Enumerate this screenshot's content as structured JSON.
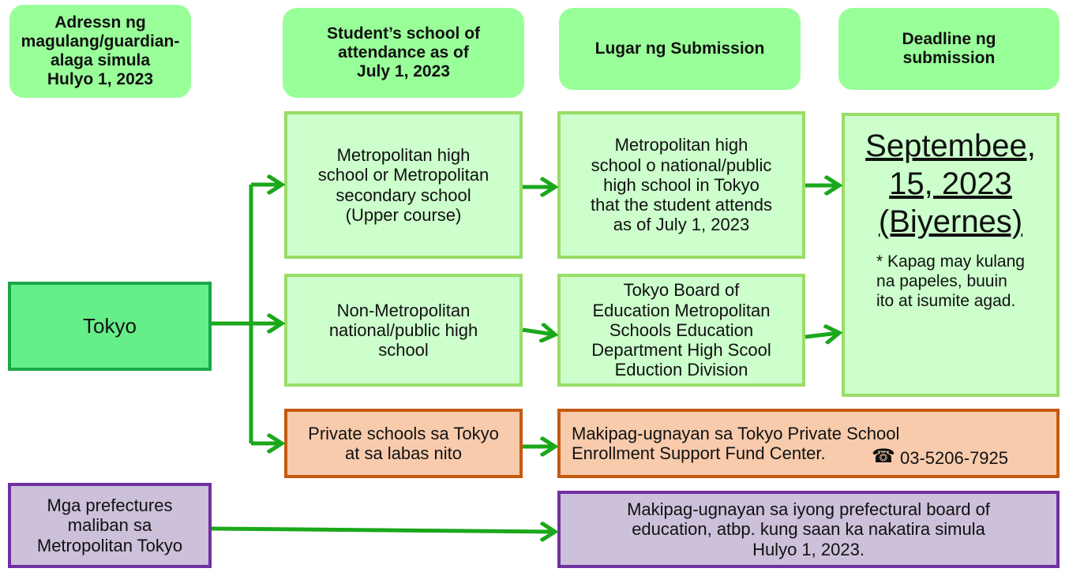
{
  "headers": {
    "address": "Adressn ng\nmagulang/guardian-\nalaga simula\nHulyo 1, 2023",
    "school": "Student’s school of\nattendance as of\nJuly 1, 2023",
    "place": "Lugar ng Submission",
    "deadline": "Deadline ng\nsubmission"
  },
  "origin": {
    "tokyo": "Tokyo",
    "other_prefectures": "Mga prefectures\nmaliban sa\nMetropolitan Tokyo"
  },
  "schools": {
    "metro": "Metropolitan high\nschool or Metropolitan\nsecondary school\n(Upper course)",
    "non_metro": "Non-Metropolitan\nnational/public high\nschool",
    "private": "Private schools sa Tokyo\nat sa labas nito"
  },
  "places": {
    "metro": "Metropolitan high\nschool o national/public\nhigh school in Tokyo\nthat the student attends\nas of July 1, 2023",
    "non_metro": "Tokyo Board of\nEducation Metropolitan\nSchools Education\nDepartment High Scool\nEduction Division",
    "private_text": "Makipag-ugnayan sa Tokyo Private School\nEnrollment Support Fund Center.",
    "phone_icon": "☎",
    "phone": "03-5206-7925",
    "other": "Makipag-ugnayan sa iyong prefectural board of\neducation, atbp. kung saan ka nakatira simula\nHulyo 1, 2023."
  },
  "deadline": {
    "line1": "Septembee,",
    "line2": "15, 2023",
    "line3": "(Biyernes)",
    "note": "* Kapag may kulang\n   na papeles, buuin\n   ito at isumite agad."
  },
  "colors": {
    "header_green": "#99ff99",
    "box_green": "#ccffcc",
    "arrow_green": "#1aa81a",
    "orange_fill": "#f8cbad",
    "orange_border": "#c55a11",
    "purple_fill": "#ccc0da",
    "purple_border": "#7030a0"
  }
}
